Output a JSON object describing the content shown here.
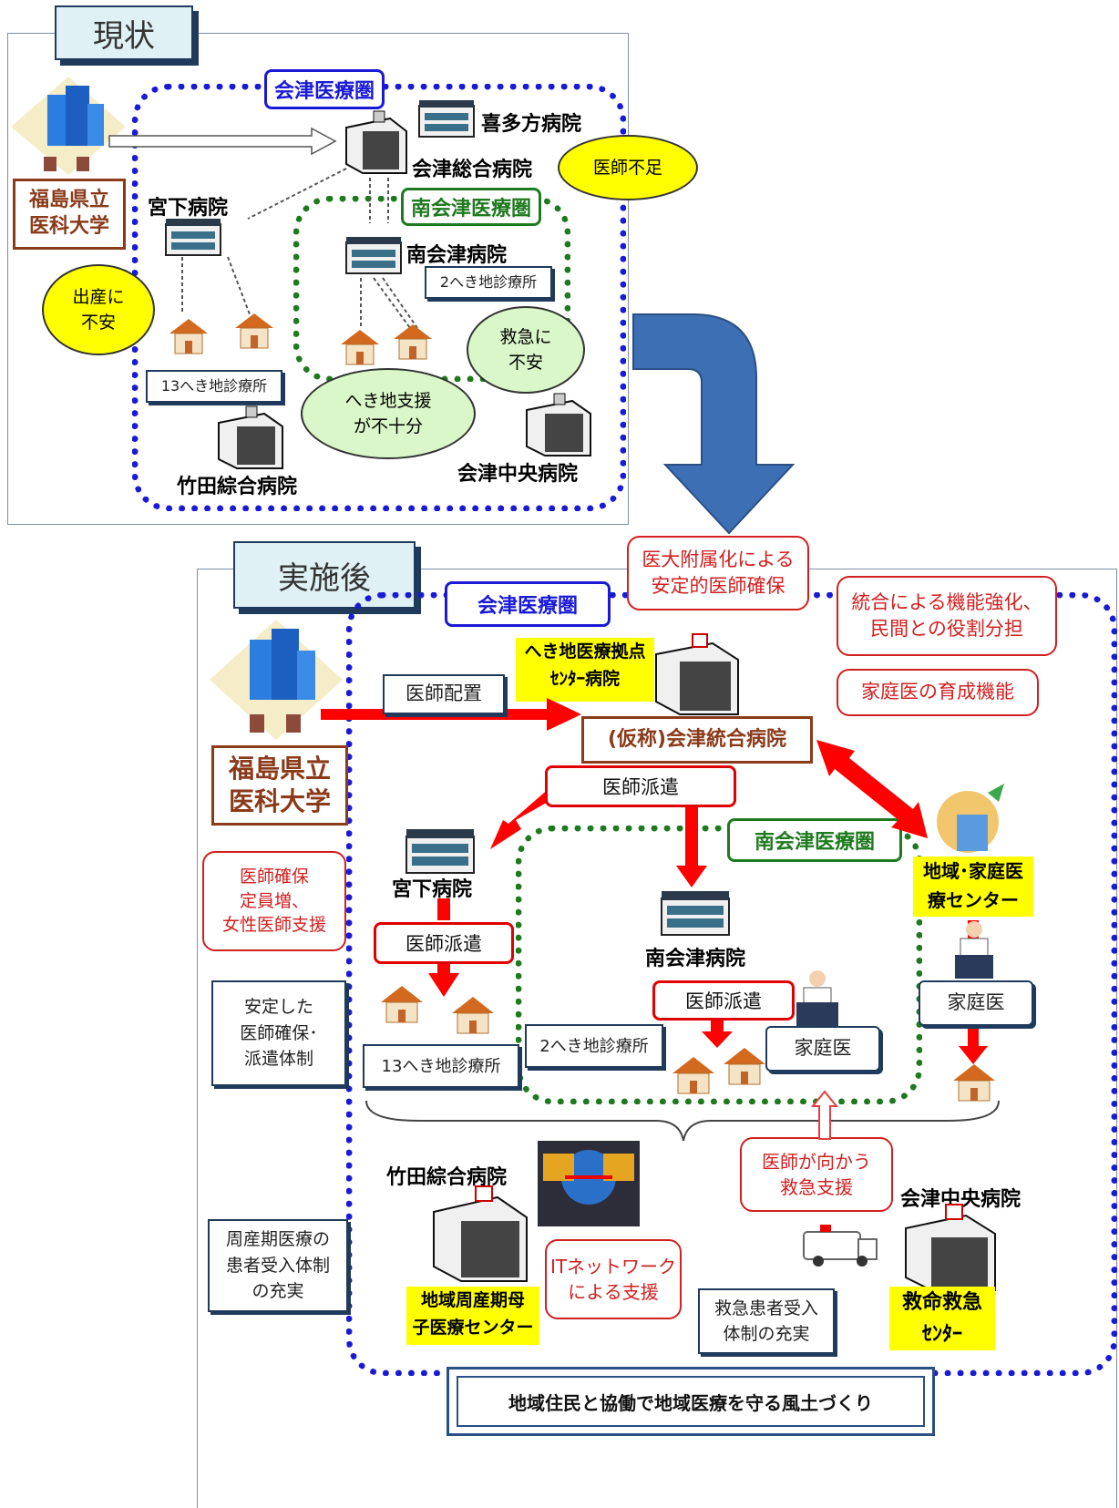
{
  "colors": {
    "blue_region": "#1a1ad6",
    "green_region": "#1f7a1f",
    "cloud_yellow": "#ffff00",
    "cloud_green": "#d9f7c8",
    "arrow_red": "#ff0000",
    "big_arrow": "#3d6fb5",
    "brown": "#8b3a1a"
  },
  "before": {
    "title": "現状",
    "region_aizu": "会津医療圏",
    "region_minamiaizu": "南会津医療圏",
    "university": "福島県立\n医科大学",
    "kitakata": "喜多方病院",
    "aizu_general": "会津総合病院",
    "miyashita": "宮下病院",
    "minamiaizu": "南会津病院",
    "takeda": "竹田綜合病院",
    "aizu_central": "会津中央病院",
    "cloud_doctor_shortage": "医師不足",
    "cloud_childbirth": "出産に\n不安",
    "cloud_emergency": "救急に\n不安",
    "cloud_rural_support": "へき地支援\nが不十分",
    "clinics_2": "2へき地診療所",
    "clinics_13": "13へき地診療所"
  },
  "after": {
    "title": "実施後",
    "region_aizu": "会津医療圏",
    "region_minamiaizu": "南会津医療圏",
    "university": "福島県立\n医科大学",
    "doctor_placement": "医師配置",
    "rural_center": "へき地医療拠点\nｾﾝﾀｰ病院",
    "integrated_hospital": "(仮称)会津統合病院",
    "note_affiliation": "医大附属化による\n安定的医師確保",
    "note_integration": "統合による機能強化、\n民間との役割分担",
    "note_family": "家庭医の育成機能",
    "dispatch_main": "医師派遣",
    "dispatch_miyashita": "医師派遣",
    "dispatch_minamiaizu": "医師派遣",
    "miyashita": "宮下病院",
    "minamiaizu": "南会津病院",
    "regional_family_center": "地域･家庭医\n療センター",
    "family_doctor_1": "家庭医",
    "family_doctor_2": "家庭医",
    "univ_note": "医師確保\n定員増、\n女性医師支援",
    "stable_note": "安定した\n医師確保･\n派遣体制",
    "clinics_13": "13へき地診療所",
    "clinics_2": "2へき地診療所",
    "takeda": "竹田綜合病院",
    "perinatal_center": "地域周産期母\n子医療センター",
    "perinatal_note": "周産期医療の\n患者受入体制\nの充実",
    "it_support": "ITネットワーク\nによる支援",
    "emergency_support": "医師が向かう\n救急支援",
    "aizu_central": "会津中央病院",
    "emergency_center": "救命救急\nｾﾝﾀｰ",
    "emergency_note": "救急患者受入\n体制の充実",
    "bottom_banner": "地域住民と協働で地域医療を守る風土づくり"
  }
}
